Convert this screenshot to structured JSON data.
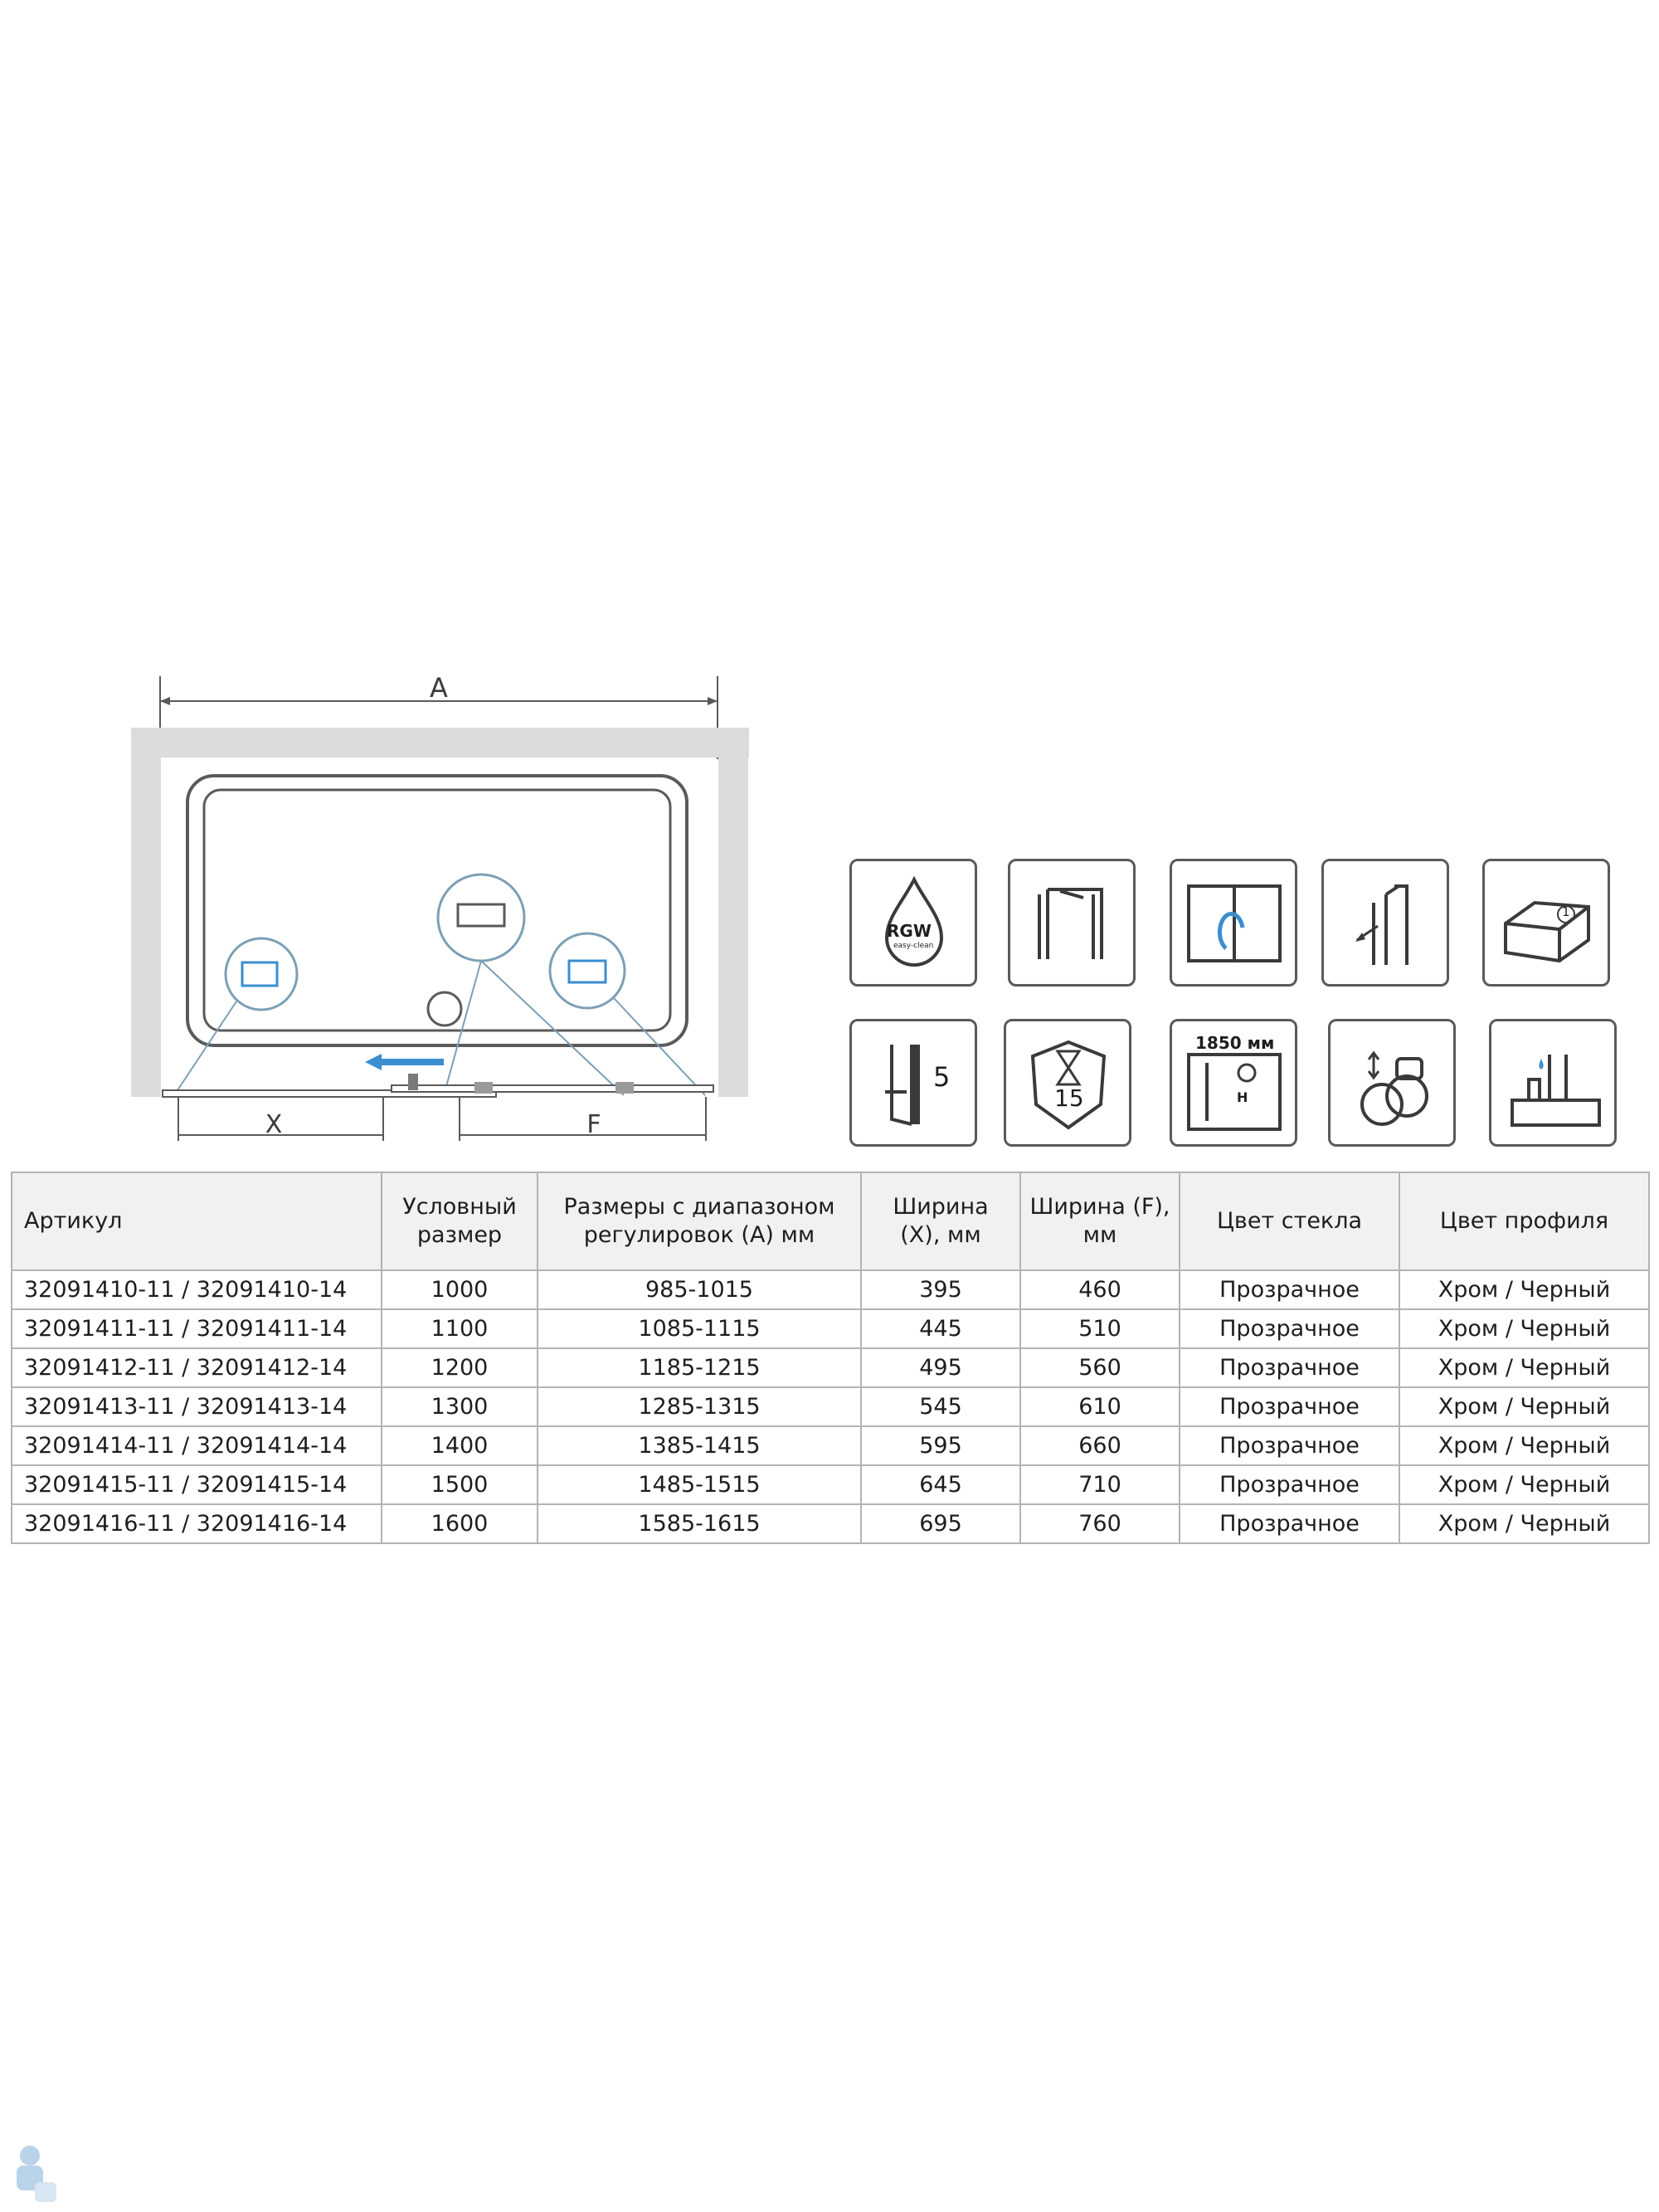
{
  "diagram": {
    "dim_a": "A",
    "dim_x": "X",
    "dim_f": "F"
  },
  "icons": [
    {
      "name": "rgw-easy-clean-icon",
      "text": "RGW",
      "subtext": "easy-clean"
    },
    {
      "name": "wall-profile-icon"
    },
    {
      "name": "door-opening-icon"
    },
    {
      "name": "profile-adjustment-icon"
    },
    {
      "name": "package-count-icon",
      "text": "1"
    },
    {
      "name": "glass-thickness-icon",
      "text": "5"
    },
    {
      "name": "warranty-icon",
      "text": "15"
    },
    {
      "name": "height-icon",
      "text": "1850 мм",
      "subtext": "H"
    },
    {
      "name": "handle-icon"
    },
    {
      "name": "tray-install-icon"
    }
  ],
  "table": {
    "headers": [
      "Артикул",
      "Условный размер",
      "Размеры с диапазоном регулировок (А) мм",
      "Ширина (Х), мм",
      "Ширина (F), мм",
      "Цвет стекла",
      "Цвет профиля"
    ],
    "rows": [
      [
        "32091410-11 / 32091410-14",
        "1000",
        "985-1015",
        "395",
        "460",
        "Прозрачное",
        "Хром / Черный"
      ],
      [
        "32091411-11 / 32091411-14",
        "1100",
        "1085-1115",
        "445",
        "510",
        "Прозрачное",
        "Хром / Черный"
      ],
      [
        "32091412-11 / 32091412-14",
        "1200",
        "1185-1215",
        "495",
        "560",
        "Прозрачное",
        "Хром / Черный"
      ],
      [
        "32091413-11 / 32091413-14",
        "1300",
        "1285-1315",
        "545",
        "610",
        "Прозрачное",
        "Хром / Черный"
      ],
      [
        "32091414-11 / 32091414-14",
        "1400",
        "1385-1415",
        "595",
        "660",
        "Прозрачное",
        "Хром / Черный"
      ],
      [
        "32091415-11 / 32091415-14",
        "1500",
        "1485-1515",
        "645",
        "710",
        "Прозрачное",
        "Хром / Черный"
      ],
      [
        "32091416-11 / 32091416-14",
        "1600",
        "1585-1615",
        "695",
        "760",
        "Прозрачное",
        "Хром / Черный"
      ]
    ]
  },
  "colors": {
    "line": "#5a5a5a",
    "arrow": "#3b8ed0",
    "wall": "#dcdcdc"
  }
}
